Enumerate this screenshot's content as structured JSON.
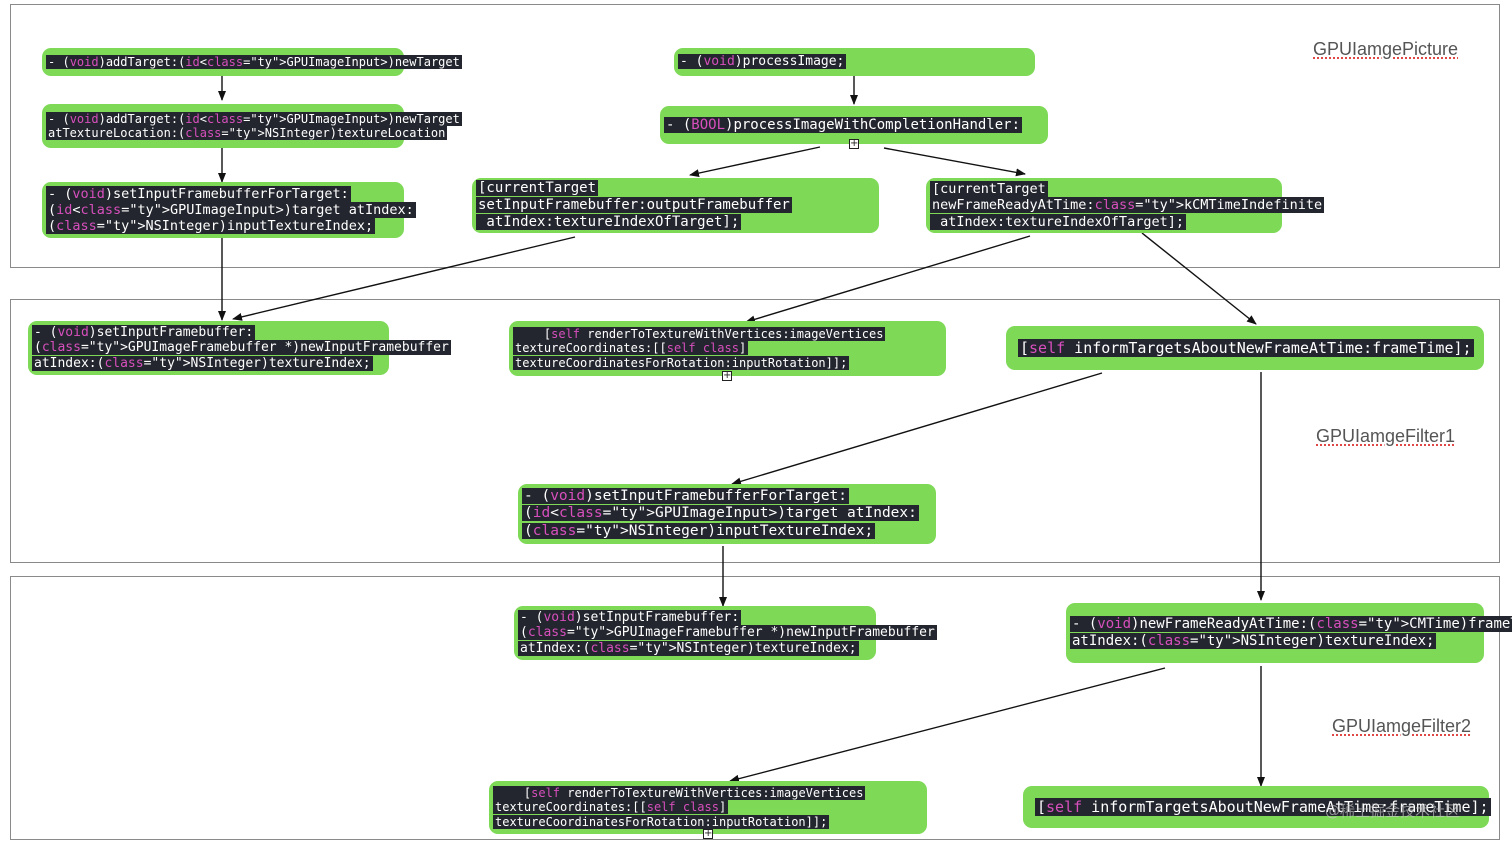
{
  "sections": {
    "picture": "GPUIamgePicture",
    "filter1": "GPUIamgeFilter1",
    "filter2": "GPUIamgeFilter2"
  },
  "nodes": {
    "add_target": [
      "- (void)addTarget:(id<GPUImageInput>)newTarget"
    ],
    "add_target_loc": [
      "- (void)addTarget:(id<GPUImageInput>)newTarget",
      "atTextureLocation:(NSInteger)textureLocation"
    ],
    "set_input_fb_for_target_p": [
      "- (void)setInputFramebufferForTarget:",
      "(id<GPUImageInput>)target atIndex:",
      "(NSInteger)inputTextureIndex;"
    ],
    "process_image": [
      "- (void)processImage;"
    ],
    "process_image_completion": [
      "- (BOOL)processImageWithCompletionHandler:"
    ],
    "current_target_set_fb": [
      "[currentTarget",
      "setInputFramebuffer:outputFramebuffer",
      " atIndex:textureIndexOfTarget];"
    ],
    "current_target_new_frame": [
      "[currentTarget",
      "newFrameReadyAtTime:kCMTimeIndefinite",
      " atIndex:textureIndexOfTarget];"
    ],
    "f1_set_input_fb": [
      "- (void)setInputFramebuffer:",
      "(GPUImageFramebuffer *)newInputFramebuffer",
      "atIndex:(NSInteger)textureIndex;"
    ],
    "f1_render": [
      "    [self renderToTextureWithVertices:imageVertices",
      "textureCoordinates:[[self class]",
      "textureCoordinatesForRotation:inputRotation]];"
    ],
    "f1_inform": [
      "[self informTargetsAboutNewFrameAtTime:frameTime];"
    ],
    "f1_set_fb_for_target": [
      "- (void)setInputFramebufferForTarget:",
      "(id<GPUImageInput>)target atIndex:",
      "(NSInteger)inputTextureIndex;"
    ],
    "f2_set_input_fb": [
      "- (void)setInputFramebuffer:",
      "(GPUImageFramebuffer *)newInputFramebuffer",
      "atIndex:(NSInteger)textureIndex;"
    ],
    "f2_new_frame": [
      "- (void)newFrameReadyAtTime:(CMTime)frameTime",
      "atIndex:(NSInteger)textureIndex;"
    ],
    "f2_render": [
      "    [self renderToTextureWithVertices:imageVertices",
      "textureCoordinates:[[self class]",
      "textureCoordinatesForRotation:inputRotation]];"
    ],
    "f2_inform": [
      "[self informTargetsAboutNewFrameAtTime:frameTime];"
    ]
  },
  "expander_symbol": "+",
  "watermark": "@稀土掘金技术社区",
  "colors": {
    "node_fill": "#7ed957",
    "code_bg": "#23262e",
    "keyword": "#d74fbd",
    "type": "#5aa9e6",
    "arrow": "#111111"
  }
}
